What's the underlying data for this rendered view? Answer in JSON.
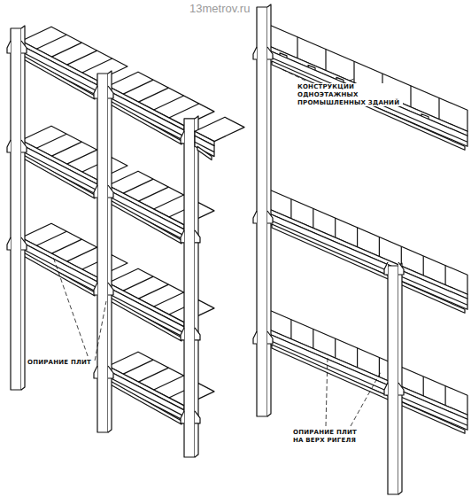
{
  "diagram": {
    "labels": [
      "13metrov.ru",
      "КОНСТРУКЦИИ ОДНОЭТАЖНЫХ ПРОМЫШЛЕННЫХ ЗДАНИЙ",
      "ОПИРАНИЕ ПЛИТ",
      "ОПИРАНИЕ ПЛИТ НА ВЕРХ РИГЕЛЯ"
    ]
  }
}
